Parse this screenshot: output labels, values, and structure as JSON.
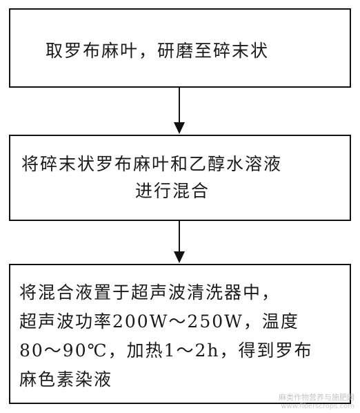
{
  "steps": [
    {
      "lines": [
        "取罗布麻叶，研磨至碎末状"
      ]
    },
    {
      "lines": [
        "将碎末状罗布麻叶和乙醇水溶液",
        "进行混合"
      ]
    },
    {
      "lines": [
        "将混合液置于超声波清洗器中，",
        "超声波功率200W～250W，温度",
        "80～90℃，加热1～2h，得到罗布",
        "麻色素染液"
      ]
    }
  ],
  "watermark": {
    "name": "麻类作物营养与施肥网",
    "url": "www.fiberscrops.com"
  }
}
